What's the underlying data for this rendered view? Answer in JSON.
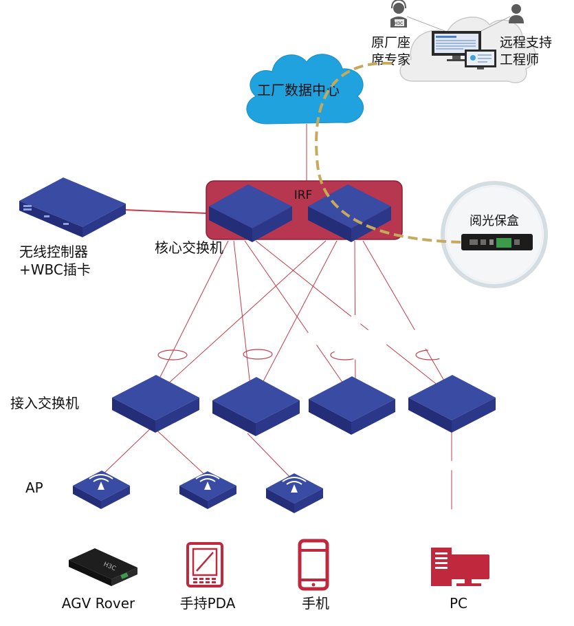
{
  "colors": {
    "line": "#c43a4a",
    "core_box_fill": "#b73650",
    "core_box_stroke": "#8c1f33",
    "device_top": "#3a4ba3",
    "device_side": "#232d78",
    "cloud": "#1fa2dd",
    "remote_cloud": "#eeeeee",
    "dashed_link": "#c6a95a",
    "endpoint_red": "#c0283e"
  },
  "labels": {
    "factory_dc": "工厂数据中心",
    "remote_expert_line1": "原厂座",
    "remote_expert_line2": "席专家",
    "remote_engineer_line1": "远程支持",
    "remote_engineer_line2": "工程师",
    "irf": "IRF",
    "core_switch": "核心交换机",
    "wireless_controller_line1": "无线控制器",
    "wireless_controller_line2": "+WBC插卡",
    "yueguang_box": "阅光保盒",
    "access_switch": "接入交换机",
    "ap": "AP",
    "agv_rover": "AGV Rover",
    "handheld_pda": "手持PDA",
    "phone": "手机",
    "pc": "PC",
    "h3c_badge": "H3C"
  },
  "icons": {
    "core_switch": "router-arrows-icon",
    "access_switch": "switch-arrows-icon",
    "ap": "wifi-ap-icon",
    "controller": "rack-controller-icon",
    "agv": "agv-rover-device-icon",
    "pda": "pda-tablet-icon",
    "phone": "mobile-phone-icon",
    "pc": "desktop-pc-icon",
    "person": "person-icon",
    "headset_person": "headset-person-icon",
    "monitor": "monitor-icon"
  }
}
